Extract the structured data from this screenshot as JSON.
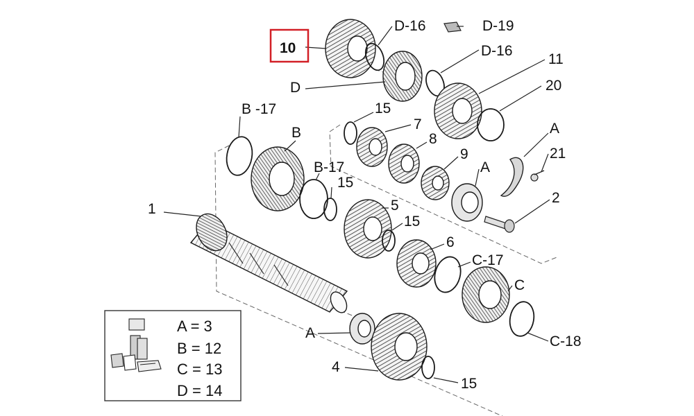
{
  "labels": {
    "p10": "10",
    "pD16a": "D-16",
    "pD19": "D-19",
    "pD": "D",
    "pD16b": "D-16",
    "p11": "11",
    "p20": "20",
    "pB17a": "B -17",
    "pB": "B",
    "p15a": "15",
    "p7": "7",
    "p8": "8",
    "p9": "9",
    "pA_top": "A",
    "pA_mid": "A",
    "p21": "21",
    "pB17b": "B-17",
    "p15b": "15",
    "p2": "2",
    "p1": "1",
    "p5": "5",
    "p15c": "15",
    "p6": "6",
    "pC17": "C-17",
    "pC": "C",
    "pC18": "C-18",
    "pA_low": "A",
    "p4": "4",
    "p15d": "15"
  },
  "legend": {
    "rows": [
      "A = 3",
      "B = 12",
      "C = 13",
      "D = 14"
    ]
  },
  "highlight": {
    "color": "#d21f26"
  }
}
